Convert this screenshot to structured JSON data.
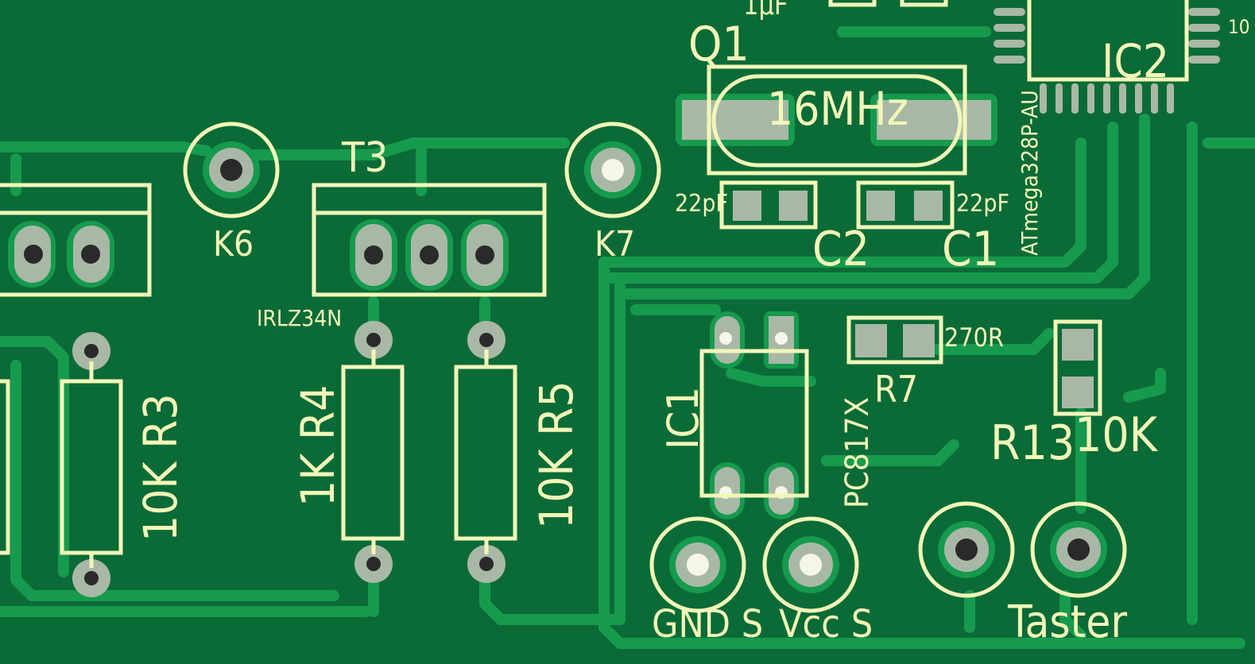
{
  "colors": {
    "board": "#0b6b37",
    "copper": "#169a4e",
    "silkscreen": "#f2f7b8",
    "pad": "#a9b8a6",
    "drill": "#2a2a2a"
  },
  "labels": {
    "top_partial": "1µF",
    "q1": "Q1",
    "freq": "16MHz",
    "ic2": "IC2",
    "ic2_part": "ATmega328P-AU",
    "ic2_pin_partial": "10",
    "c2_value": "22pF",
    "c1_value": "22pF",
    "c2": "C2",
    "c1": "C1",
    "t3": "T3",
    "t3_part": "IRLZ34N",
    "k6": "K6",
    "k7": "K7",
    "r3": "10K R3",
    "r4": "1K R4",
    "r5": "10K R5",
    "ic1": "IC1",
    "ic1_part": "PC817X",
    "r7_value": "270R",
    "r7": "R7",
    "r13": "R13",
    "r13_value": "10K",
    "gnd_s": "GND S",
    "vcc_s": "Vcc S",
    "taster": "Taster"
  }
}
